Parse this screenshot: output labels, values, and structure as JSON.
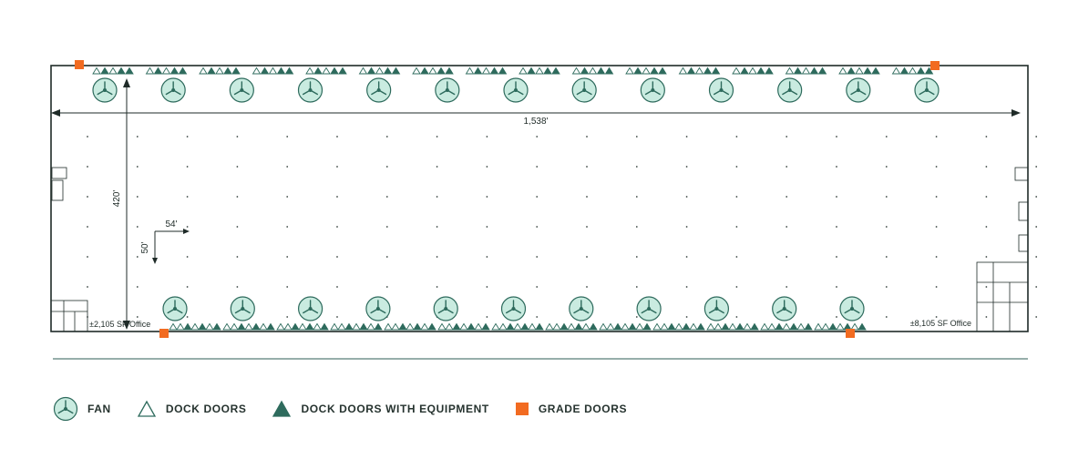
{
  "plan": {
    "width_label": "1,538'",
    "depth_label": "420'",
    "bay_width_label": "54'",
    "bay_depth_label": "50'",
    "office_left_label": "±2,105 SF Office",
    "office_right_label": "±8,105 SF Office"
  },
  "legend": {
    "fan": "FAN",
    "dock_doors": "DOCK DOORS",
    "dock_doors_equipment": "DOCK DOORS WITH EQUIPMENT",
    "grade_doors": "GRADE DOORS"
  },
  "colors": {
    "fan_fill": "#c9ebe0",
    "fan_stroke": "#2d6a5c",
    "dock_fill": "#2e6b5d",
    "grade_door": "#f26b21",
    "wall": "#1f2b28",
    "divider": "#2d5e55"
  },
  "counts": {
    "fans_north": 13,
    "fans_south": 11
  }
}
